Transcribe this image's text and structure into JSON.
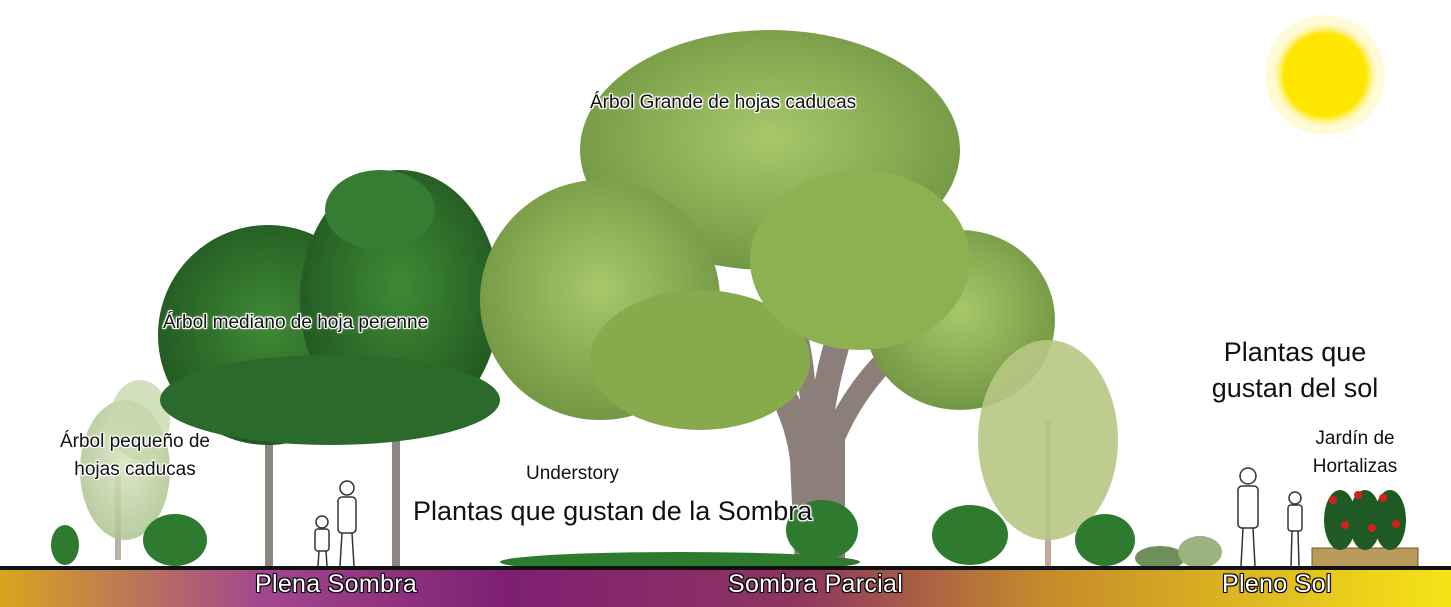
{
  "labels": {
    "large_tree": "Árbol Grande de hojas caducas",
    "medium_tree": "Árbol mediano de hoja perenne",
    "small_tree": "Árbol pequeño de hojas caducas",
    "understory": "Understory",
    "shade_plants": "Plantas que gustan de la Sombra",
    "sun_plants": "Plantas que gustan del sol",
    "vegetable_garden": "Jardín de Hortalizas"
  },
  "zones": {
    "full_shade": "Plena Sombra",
    "partial_shade": "Sombra Parcial",
    "full_sun": "Pleno Sol"
  },
  "colors": {
    "sun": "#FFE600",
    "gradient": [
      "#D4A017",
      "#7A2C78",
      "#7E1F72",
      "#C58B2A",
      "#F4DC17"
    ],
    "foliage_light": "#8FB24E",
    "foliage_dark": "#2E6B2A",
    "trunk": "#8C7F7A"
  }
}
